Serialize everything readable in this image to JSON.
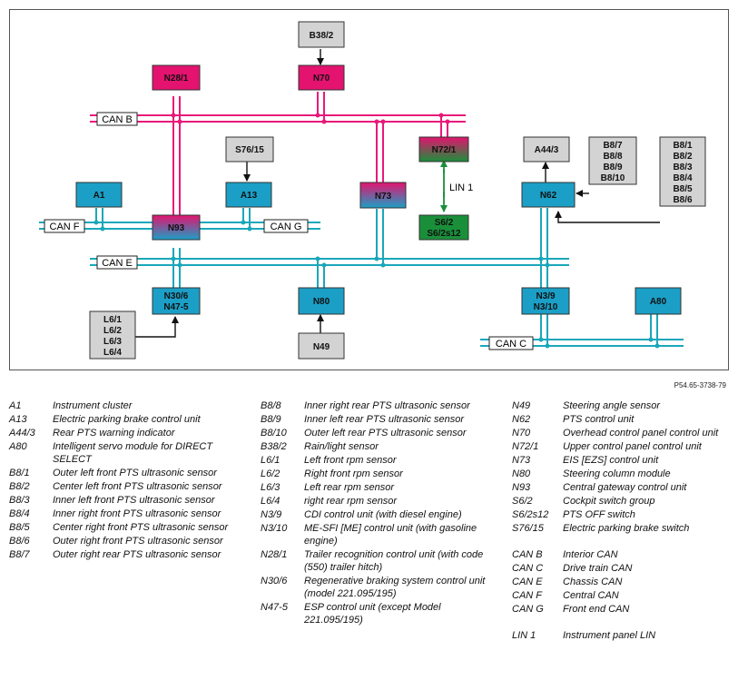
{
  "reference": "P54.65-3738-79",
  "diagram": {
    "colors": {
      "can_bus": "#1aa7ba",
      "can_b_bus": "#e8197a",
      "gateway_node": "#1b9fc6",
      "can_b_node": "#e3136f",
      "lin_node": "#1a8f3a",
      "sensor_box": "#d3d3d3",
      "lin_arrow": "#1a8f3a"
    },
    "buses": {
      "can_b": "CAN B",
      "can_f": "CAN F",
      "can_g": "CAN G",
      "can_e": "CAN E",
      "can_c": "CAN C",
      "lin_1": "LIN 1"
    },
    "nodes": {
      "B38_2": "B38/2",
      "N28_1": "N28/1",
      "N70": "N70",
      "S76_15": "S76/15",
      "A1": "A1",
      "A13": "A13",
      "N93": "N93",
      "N73": "N73",
      "N72_1": "N72/1",
      "S6_2": [
        "S6/2",
        "S6/2s12"
      ],
      "A44_3": "A44/3",
      "N62": "N62",
      "B8_rear": [
        "B8/7",
        "B8/8",
        "B8/9",
        "B8/10"
      ],
      "B8_front": [
        "B8/1",
        "B8/2",
        "B8/3",
        "B8/4",
        "B8/5",
        "B8/6"
      ],
      "N30_6": [
        "N30/6",
        "N47-5"
      ],
      "N80": "N80",
      "N49": "N49",
      "N3_9": [
        "N3/9",
        "N3/10"
      ],
      "A80": "A80",
      "L6": [
        "L6/1",
        "L6/2",
        "L6/3",
        "L6/4"
      ]
    }
  },
  "legend": {
    "col1": [
      {
        "code": "A1",
        "desc": "Instrument cluster"
      },
      {
        "code": "A13",
        "desc": "Electric parking brake control unit"
      },
      {
        "code": "A44/3",
        "desc": "Rear PTS warning indicator"
      },
      {
        "code": "A80",
        "desc": "Intelligent servo module for DIRECT SELECT"
      },
      {
        "code": "B8/1",
        "desc": "Outer left front PTS ultrasonic sensor"
      },
      {
        "code": "B8/2",
        "desc": "Center left front PTS ultrasonic sensor"
      },
      {
        "code": "B8/3",
        "desc": "Inner left front PTS ultrasonic sensor"
      },
      {
        "code": "B8/4",
        "desc": "Inner right front PTS ultrasonic sensor"
      },
      {
        "code": "B8/5",
        "desc": "Center right front PTS ultrasonic sensor"
      },
      {
        "code": "B8/6",
        "desc": "Outer right front PTS ultrasonic sensor"
      },
      {
        "code": "B8/7",
        "desc": "Outer right rear PTS ultrasonic sensor"
      }
    ],
    "col2": [
      {
        "code": "B8/8",
        "desc": "Inner right rear PTS ultrasonic sensor"
      },
      {
        "code": "B8/9",
        "desc": "Inner left rear PTS ultrasonic sensor"
      },
      {
        "code": "B8/10",
        "desc": "Outer left rear PTS ultrasonic sensor"
      },
      {
        "code": "B38/2",
        "desc": "Rain/light sensor"
      },
      {
        "code": "L6/1",
        "desc": "Left front rpm sensor"
      },
      {
        "code": "L6/2",
        "desc": "Right front rpm sensor"
      },
      {
        "code": "L6/3",
        "desc": "Left rear rpm sensor"
      },
      {
        "code": "L6/4",
        "desc": "right rear rpm sensor"
      },
      {
        "code": "N3/9",
        "desc": "CDI control unit (with diesel engine)"
      },
      {
        "code": "N3/10",
        "desc": "ME-SFI [ME] control unit (with gasoline engine)"
      },
      {
        "code": "N28/1",
        "desc": "Trailer recognition control unit (with code (550) trailer hitch)"
      },
      {
        "code": "N30/6",
        "desc": "Regenerative braking system control unit (model 221.095/195)"
      },
      {
        "code": "N47-5",
        "desc": "ESP control unit (except Model 221.095/195)"
      }
    ],
    "col3a": [
      {
        "code": "N49",
        "desc": "Steering angle sensor"
      },
      {
        "code": "N62",
        "desc": "PTS control unit"
      },
      {
        "code": "N70",
        "desc": "Overhead control panel control unit"
      },
      {
        "code": "N72/1",
        "desc": "Upper control panel control unit"
      },
      {
        "code": "N73",
        "desc": "EIS [EZS] control unit"
      },
      {
        "code": "N80",
        "desc": "Steering column module"
      },
      {
        "code": "N93",
        "desc": "Central gateway control unit"
      },
      {
        "code": "S6/2",
        "desc": "Cockpit switch group"
      },
      {
        "code": "S6/2s12",
        "desc": "PTS OFF switch"
      },
      {
        "code": "S76/15",
        "desc": "Electric parking brake switch"
      }
    ],
    "col3b": [
      {
        "code": "CAN B",
        "desc": "Interior CAN"
      },
      {
        "code": "CAN C",
        "desc": "Drive train CAN"
      },
      {
        "code": "CAN E",
        "desc": "Chassis CAN"
      },
      {
        "code": "CAN F",
        "desc": "Central CAN"
      },
      {
        "code": "CAN G",
        "desc": "Front end CAN"
      }
    ],
    "col3c": [
      {
        "code": "LIN 1",
        "desc": "Instrument panel LIN"
      }
    ]
  }
}
